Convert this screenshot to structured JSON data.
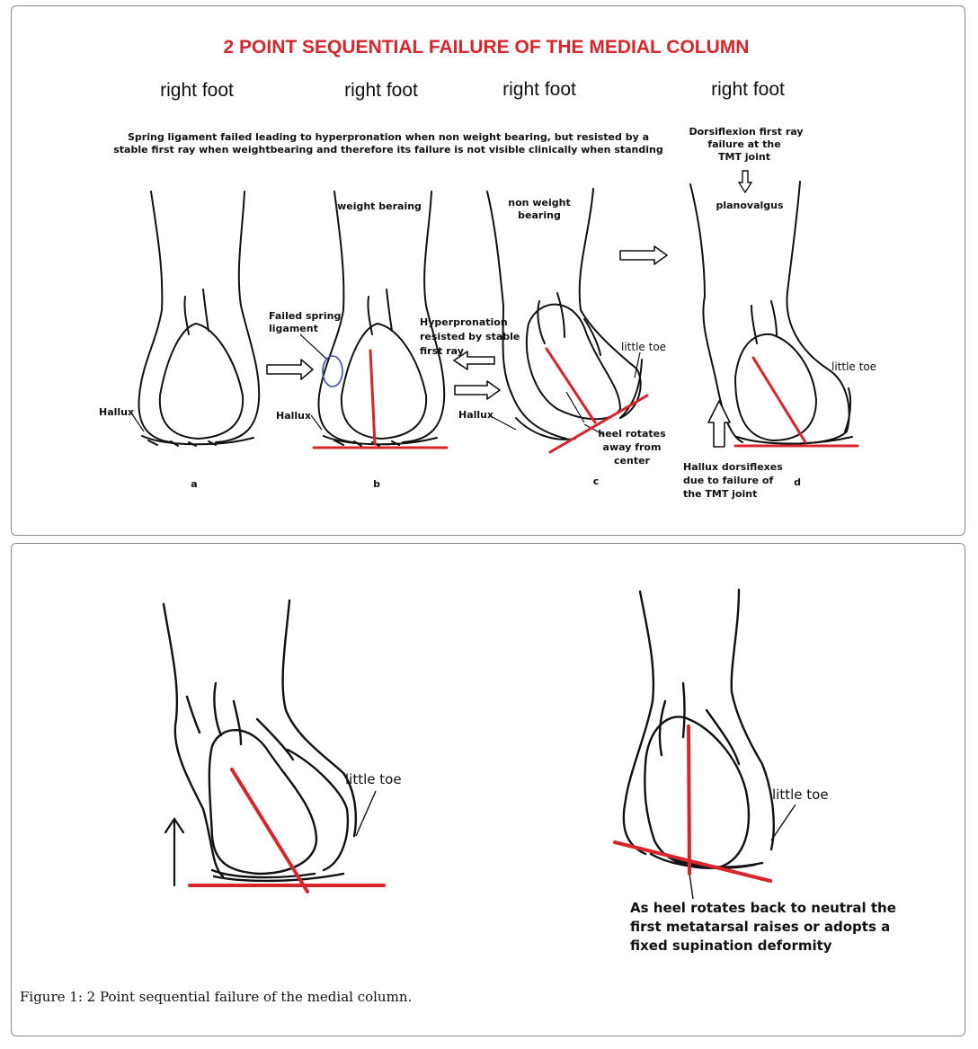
{
  "title": "2 POINT SEQUENTIAL FAILURE OF THE MEDIAL COLUMN",
  "foot_headers": [
    "right foot",
    "right foot",
    "right foot",
    "right foot"
  ],
  "note_top_line1": "Spring ligament failed leading to hyperpronation when non weight bearing, but resisted by a",
  "note_top_line2": "stable first ray when weightbearing and therefore its failure is not visible clinically when standing",
  "dorsiflexion_note": [
    "Dorsiflexion first ray",
    "failure at the",
    "TMT joint"
  ],
  "weight_bearing": "weight beraing",
  "non_weight_bearing": [
    "non  weight",
    "bearing"
  ],
  "planovalgus": "planovalgus",
  "failed_spring": [
    "Failed spring",
    "ligament"
  ],
  "hyperpronation": [
    "Hyperpronation",
    "resisted by stable",
    "first ray"
  ],
  "hallux": "Hallux",
  "little_toe": "little toe",
  "heel_rotates": [
    "heel rotates",
    "away from",
    "center"
  ],
  "hallux_dorsiflexes": [
    "Hallux dorsiflexes",
    "due to failure of",
    "the TMT joint"
  ],
  "panel_letters": [
    "a",
    "b",
    "c",
    "d"
  ],
  "bottom_little_toe": "little toe",
  "bottom_note": [
    "As heel rotates back to neutral the",
    "first metatarsal raises or adopts a",
    "fixed supination deformity"
  ],
  "caption_label": "Figure 1:",
  "caption_text": " 2 Point sequential failure of the medial column.",
  "colors": {
    "accent": "#d7262b",
    "ellipse": "#3b4fa8",
    "line": "#111111"
  }
}
